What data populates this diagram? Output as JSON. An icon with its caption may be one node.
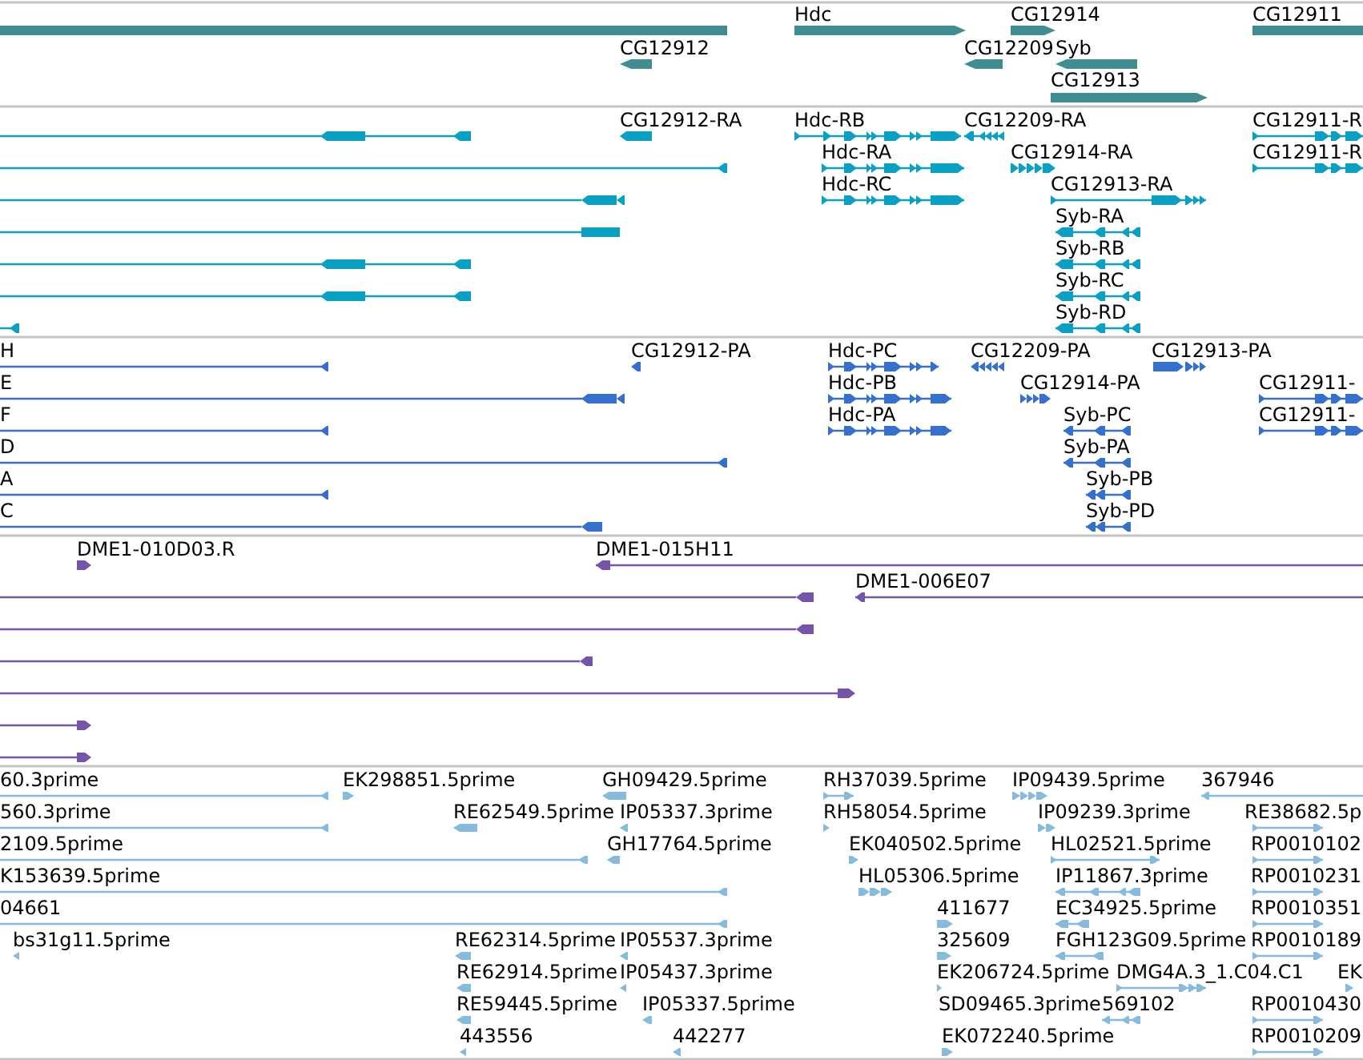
{
  "diagram": {
    "labels": [
      "Hdc",
      "CG12914",
      "CG12911",
      "CG12912",
      "CG12209",
      "Syb",
      "CG12913",
      "CG12912-RA",
      "Hdc-RB",
      "CG12209-RA",
      "CG12911-R",
      "Hdc-RA",
      "CG12914-RA",
      "CG12911-R",
      "Hdc-RC",
      "CG12913-RA",
      "Syb-RA",
      "Syb-RB",
      "Syb-RC",
      "Syb-RD",
      "H",
      "CG12912-PA",
      "Hdc-PC",
      "CG12209-PA",
      "CG12913-PA",
      "E",
      "Hdc-PB",
      "CG12914-PA",
      "CG12911-",
      "F",
      "Hdc-PA",
      "Syb-PC",
      "CG12911-",
      "D",
      "Syb-PA",
      "A",
      "Syb-PB",
      "C",
      "Syb-PD",
      "DME1-010D03.R",
      "DME1-015H11",
      "DME1-006E07",
      "60.3prime",
      "EK298851.5prime",
      "GH09429.5prime",
      "RH37039.5prime",
      "IP09439.5prime",
      "367946",
      "560.3prime",
      "RE62549.5prime",
      "IP05337.3prime",
      "RH58054.5prime",
      "IP09239.3prime",
      "RE38682.5p",
      "2109.5prime",
      "GH17764.5prime",
      "EK040502.5prime",
      "HL02521.5prime",
      "RP0010102",
      "K153639.5prime",
      "HL05306.5prime",
      "IP11867.3prime",
      "RP0010231",
      "04661",
      "411677",
      "EC34925.5prime",
      "RP0010351",
      "bs31g11.5prime",
      "RE62314.5prime",
      "IP05537.3prime",
      "325609",
      "FGH123G09.5prime",
      "RP0010189",
      "RE62914.5prime",
      "IP05437.3prime",
      "EK206724.5prime",
      "DMG4A.3_1.C04.C1",
      "EK",
      "RE59445.5prime",
      "IP05337.5prime",
      "SD09465.3prime",
      "569102",
      "RP0010430",
      "443556",
      "442277",
      "EK072240.5prime",
      "RP0010209"
    ]
  }
}
